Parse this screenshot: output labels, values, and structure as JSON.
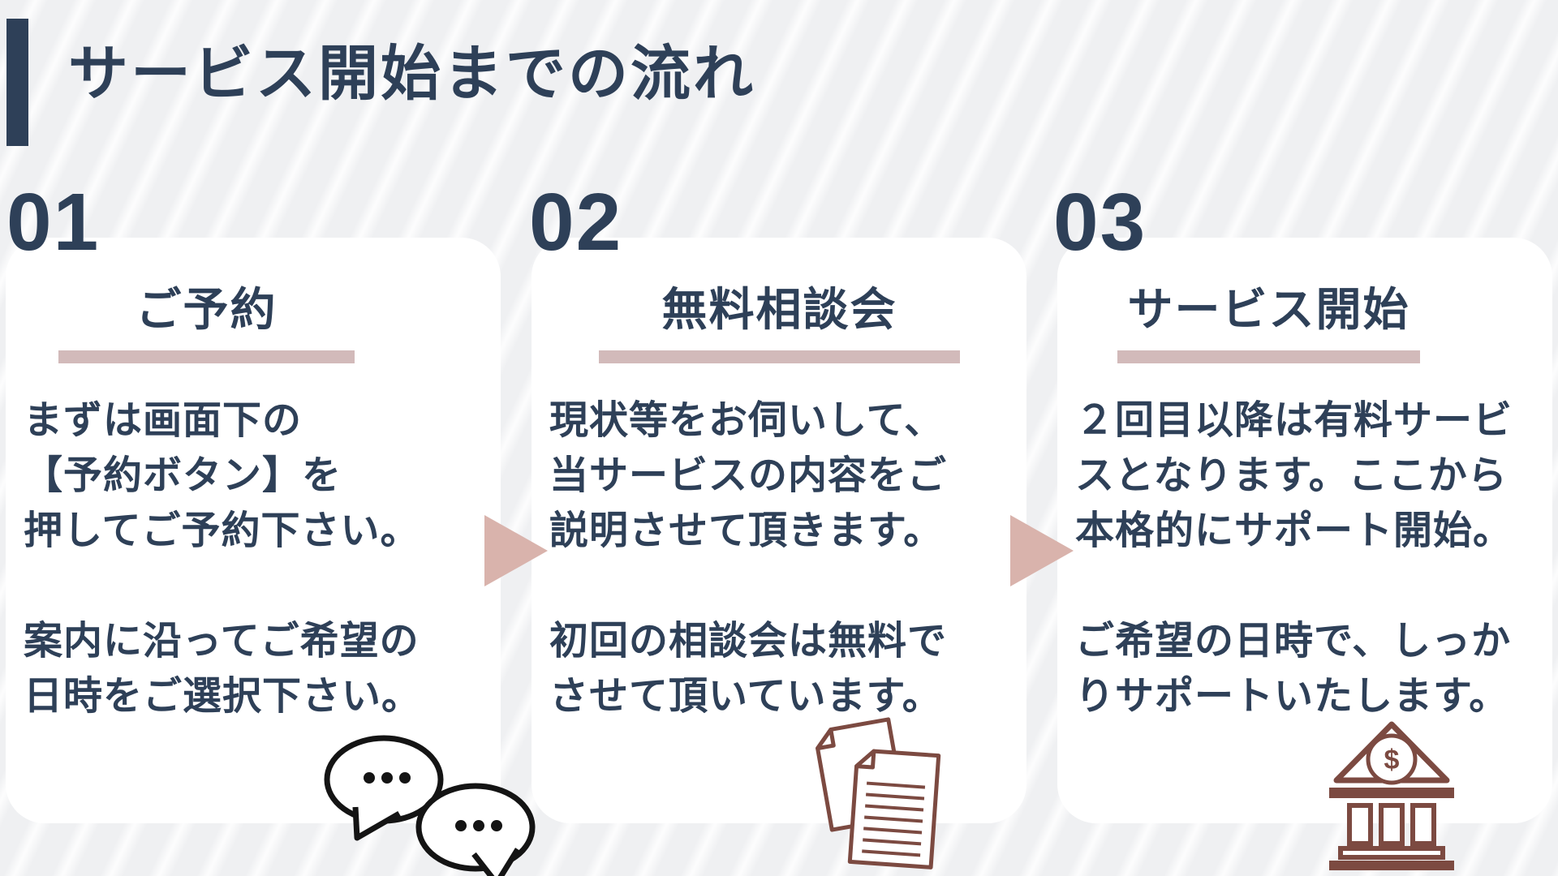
{
  "header": {
    "title": "サービス開始までの流れ"
  },
  "colors": {
    "navy": "#2e4058",
    "background": "#eff0f2",
    "card": "#ffffff",
    "underline_pink": "#d2baba",
    "arrow_pink": "#d9b3ac",
    "icon_maroon": "#7c4a41",
    "bubble_outline": "#141414"
  },
  "steps": [
    {
      "number": "01",
      "title": "ご予約",
      "para1": "まずは画面下の\n【予約ボタン】を\n押してご予約下さい。",
      "para2": "案内に沿ってご希望の\n日時をご選択下さい。",
      "icon": "speech-bubbles-icon"
    },
    {
      "number": "02",
      "title": "無料相談会",
      "para1": "現状等をお伺いして、\n当サービスの内容をご\n説明させて頂きます。",
      "para2": "初回の相談会は無料で\nさせて頂いています。",
      "icon": "documents-icon"
    },
    {
      "number": "03",
      "title": "サービス開始",
      "para1": "２回目以降は有料サービ\nスとなります。ここから\n本格的にサポート開始。",
      "para2": "ご希望の日時で、しっか\nりサポートいたします。",
      "icon": "bank-icon"
    }
  ],
  "arrows": [
    "step1-to-step2",
    "step2-to-step3"
  ]
}
